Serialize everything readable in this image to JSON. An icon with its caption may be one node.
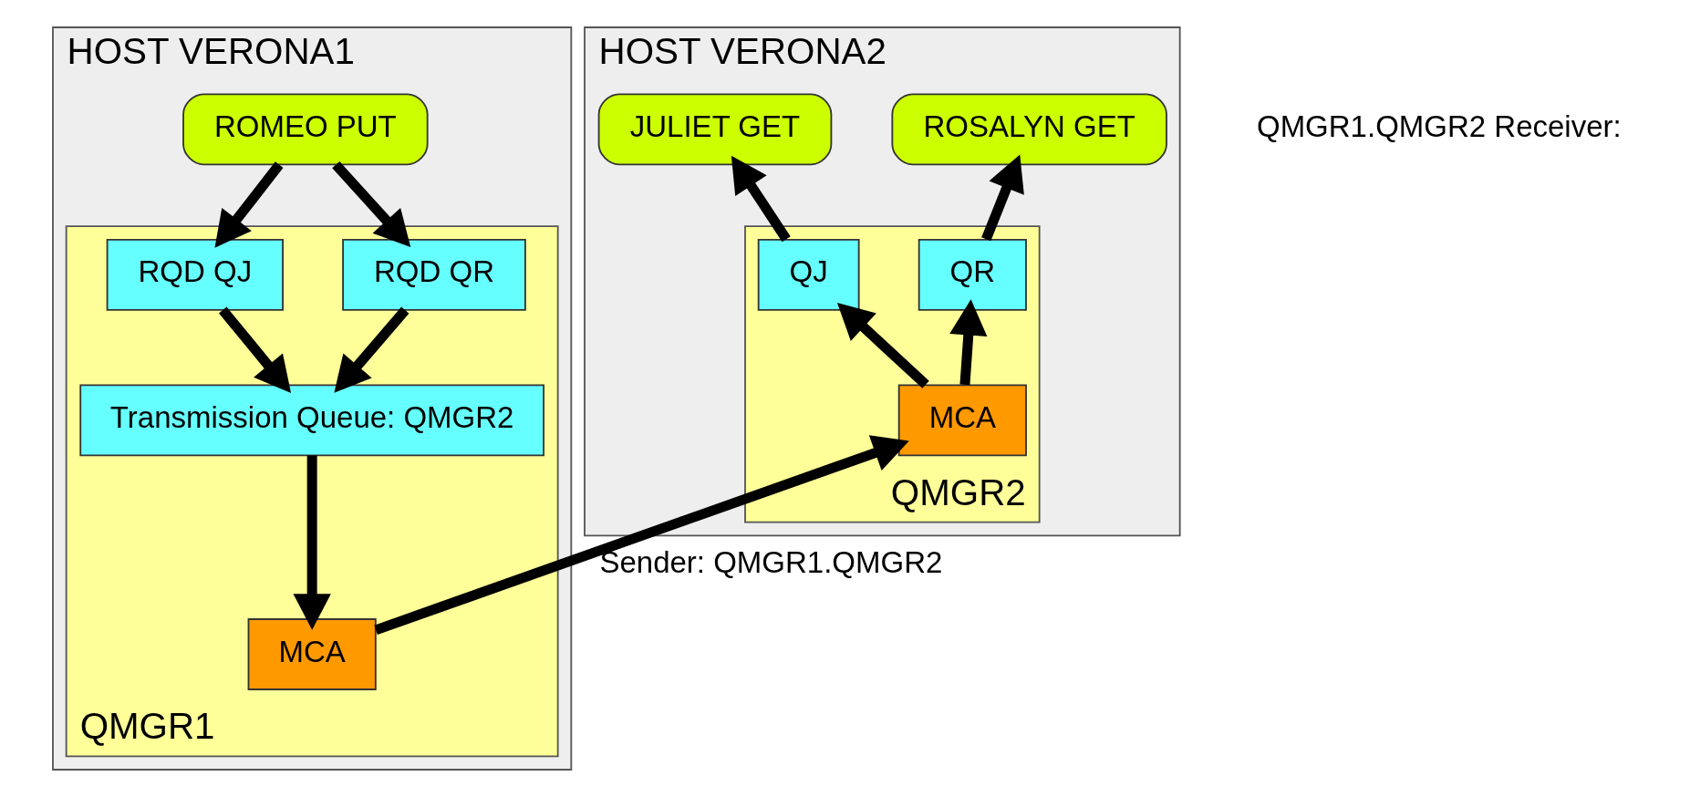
{
  "diagram": {
    "nodes": [
      {
        "text": [
          "HOST VERONA1"
        ]
      },
      {
        "text": [
          "ROMEO PUT"
        ],
        "in": 0
      },
      {
        "text": [
          "QMGR1"
        ],
        "in": 0
      },
      {
        "text": [
          "RQD QJ"
        ],
        "in": 2
      },
      {
        "text": [
          "RQD QR"
        ],
        "in": 2
      },
      {
        "text": [
          "Transmission Queue: QMGR2"
        ],
        "in": 2
      },
      {
        "text": [
          "MCA"
        ],
        "in": 2
      },
      {
        "text": [
          "HOST VERONA2"
        ]
      },
      {
        "text": [
          "ROSALYN GET"
        ],
        "in": 7
      },
      {
        "text": [
          "JULIET GET"
        ],
        "in": 7
      },
      {
        "text": [
          "QMGR2"
        ],
        "in": 7
      },
      {
        "text": [
          "QR"
        ],
        "in": 10
      },
      {
        "text": [
          "MCA"
        ],
        "in": 10
      },
      {
        "text": [
          "QJ"
        ],
        "in": 10
      }
    ],
    "edges": [
      {
        "from": 1,
        "to": 3,
        "arrow": "to"
      },
      {
        "from": 1,
        "to": 4,
        "arrow": "to"
      },
      {
        "from": 3,
        "to": 5,
        "arrow": "to"
      },
      {
        "from": 4,
        "to": 5,
        "arrow": "to"
      },
      {
        "from": 5,
        "to": 6,
        "arrow": "to"
      },
      {
        "from": 6,
        "to": 12,
        "arrow": "to",
        "label": "Sender: QMGR1.QMGR2"
      },
      {
        "from": 12,
        "to": 11,
        "arrow": "to"
      },
      {
        "from": 11,
        "to": 8,
        "arrow": "to"
      },
      {
        "from": 12,
        "to": 13,
        "arrow": "to"
      },
      {
        "from": 13,
        "to": 9,
        "arrow": "to"
      }
    ],
    "labels": [
      "QMGR1.QMGR2 Receiver:"
    ]
  }
}
